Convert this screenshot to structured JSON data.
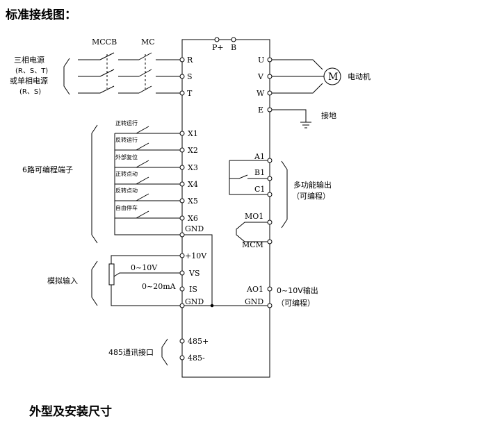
{
  "headings": {
    "wiring_title": "标准接线图：",
    "dimensions_title": "外型及安装尺寸"
  },
  "power": {
    "mccb": "MCCB",
    "mc": "MC",
    "source_line1": "三相电源",
    "source_line2": "(R、S、T)",
    "source_line3": "或单相电源",
    "source_line4": "(R、S)",
    "inputs": [
      "R",
      "S",
      "T"
    ],
    "brake_p": "P+",
    "brake_b": "B"
  },
  "outputs": {
    "terminals": [
      "U",
      "V",
      "W"
    ],
    "earth": "E",
    "motor_symbol": "M",
    "motor_label": "电动机",
    "ground_label": "接地"
  },
  "digital_inputs": {
    "group_label": "6路可编程端子",
    "functions": [
      "正转运行",
      "反转运行",
      "外部复位",
      "正转点动",
      "反转点动",
      "自由停车"
    ],
    "terminals": [
      "X1",
      "X2",
      "X3",
      "X4",
      "X5",
      "X6"
    ],
    "common": "GND"
  },
  "relay": {
    "terminals": [
      "A1",
      "B1",
      "C1"
    ],
    "label_line1": "多功能输出",
    "label_line2": "（可编程）",
    "mo1": "MO1",
    "mcm": "MCM"
  },
  "analog": {
    "group_label": "模拟输入",
    "plus10v": "+10V",
    "vs": "VS",
    "is": "IS",
    "gnd": "GND",
    "voltage_range": "0~10V",
    "current_range": "0~20mA",
    "ao1": "AO1",
    "ao1_gnd": "GND",
    "ao1_label_line1": "0~10V输出",
    "ao1_label_line2": "（可编程）"
  },
  "comm": {
    "group_label": "485通讯接口",
    "plus": "485+",
    "minus": "485-"
  }
}
